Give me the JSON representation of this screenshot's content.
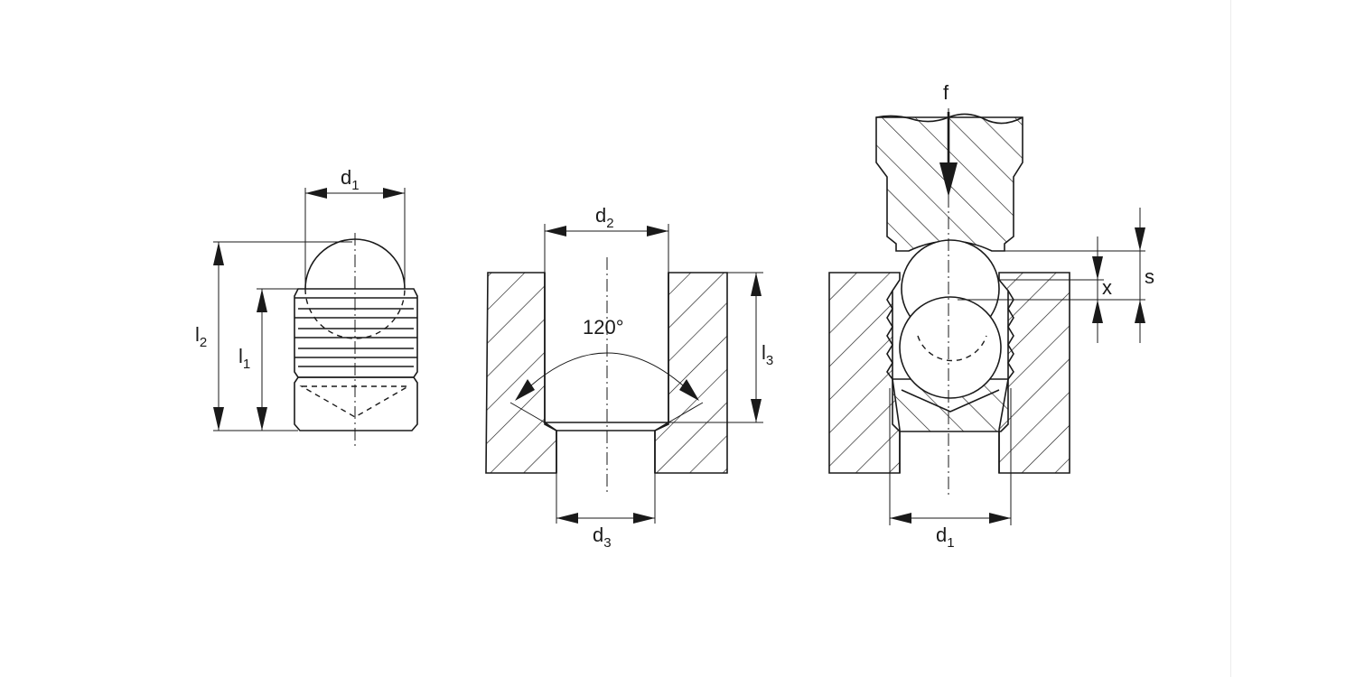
{
  "part_view": {
    "labels": {
      "d1": {
        "base": "d",
        "sub": "1"
      },
      "l1": {
        "base": "l",
        "sub": "1"
      },
      "l2": {
        "base": "l",
        "sub": "2"
      }
    }
  },
  "bore_view": {
    "labels": {
      "d2": {
        "base": "d",
        "sub": "2"
      },
      "d3": {
        "base": "d",
        "sub": "3"
      },
      "l3": {
        "base": "l",
        "sub": "3"
      },
      "angle": "120°"
    }
  },
  "press_view": {
    "labels": {
      "force": "f",
      "x": "x",
      "s": "s",
      "d1": {
        "base": "d",
        "sub": "1"
      }
    }
  },
  "colors": {
    "line": "#1a1a1a",
    "background": "#ffffff"
  }
}
